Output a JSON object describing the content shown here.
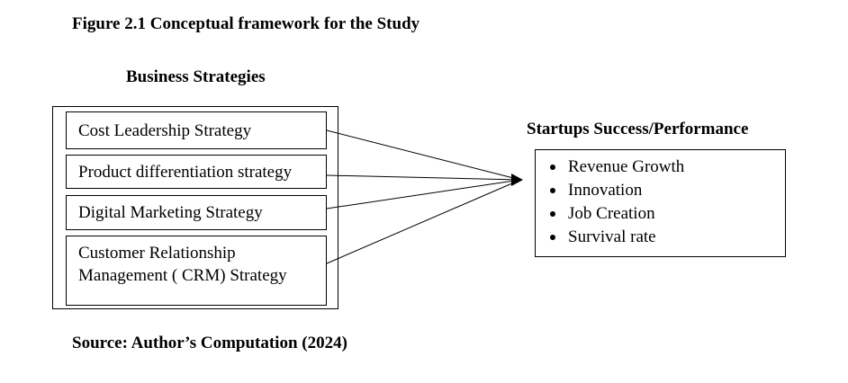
{
  "figure": {
    "title": "Figure 2.1 Conceptual framework for the Study",
    "source": "Source: Author’s Computation (2024)"
  },
  "independent": {
    "heading": "Business Strategies",
    "items": [
      {
        "lines": [
          "Cost Leadership Strategy"
        ]
      },
      {
        "lines": [
          "Product differentiation strategy"
        ]
      },
      {
        "lines": [
          "Digital Marketing Strategy"
        ]
      },
      {
        "lines": [
          "Customer Relationship",
          "Management ( CRM) Strategy"
        ]
      }
    ]
  },
  "dependent": {
    "heading": "Startups Success/Performance",
    "items": [
      "Revenue Growth",
      "Innovation",
      "Job Creation",
      "Survival rate"
    ]
  },
  "colors": {
    "line": "#000000",
    "background": "#ffffff"
  }
}
